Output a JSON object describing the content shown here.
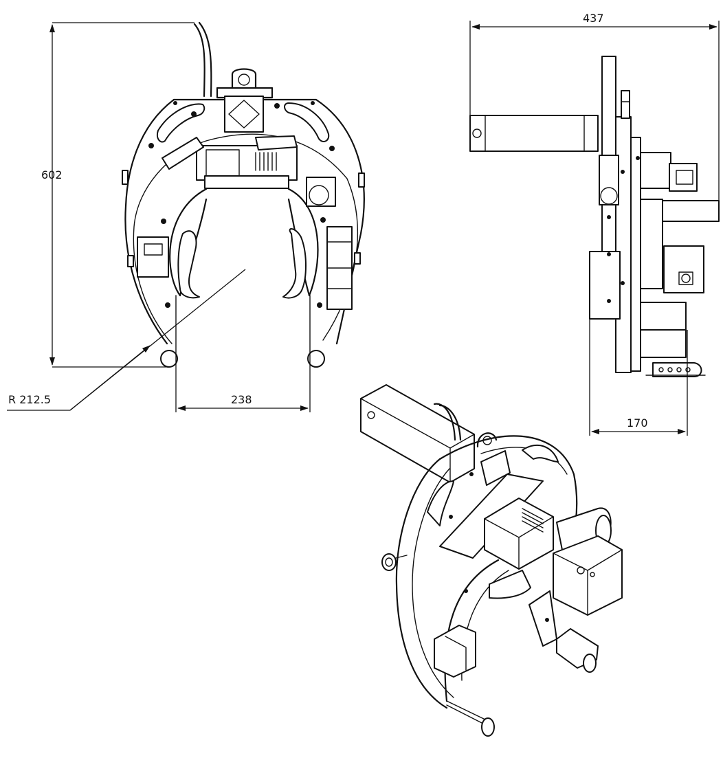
{
  "dimensions": {
    "height_front": "602",
    "radius": "R 212.5",
    "inner_width": "238",
    "overall_depth": "437",
    "side_width": "170"
  },
  "colors": {
    "line": "#111111",
    "background": "#ffffff"
  }
}
